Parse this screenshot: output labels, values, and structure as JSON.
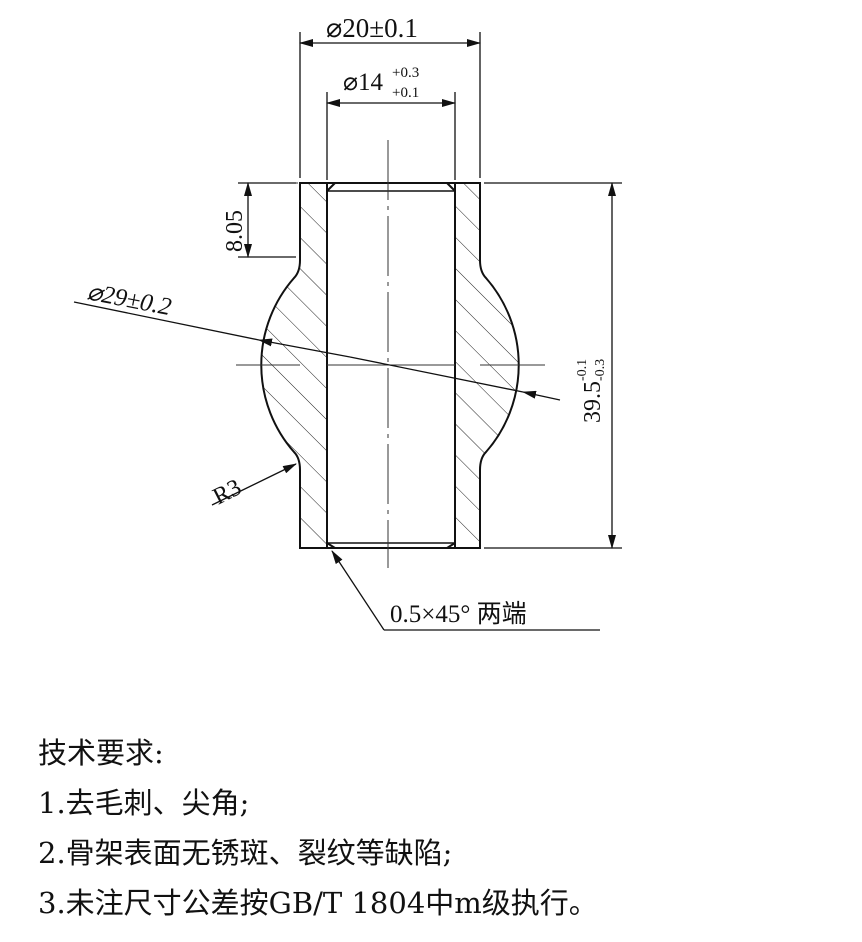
{
  "dimensions": {
    "outer_diameter": "⌀20±0.1",
    "inner_diameter_base": "⌀14",
    "inner_diameter_upper_tol": "+0.3",
    "inner_diameter_lower_tol": "+0.1",
    "end_length": "8.05",
    "sphere_diameter": "⌀29±0.2",
    "total_length_base": "39.5",
    "total_length_upper_tol": "-0.1",
    "total_length_lower_tol": "-0.3",
    "fillet_radius": "R3",
    "chamfer": "0.5×45° 两端"
  },
  "notes": {
    "title": "技术要求:",
    "items": [
      "1.去毛刺、尖角;",
      "2.骨架表面无锈斑、裂纹等缺陷;",
      "3.未注尺寸公差按GB/T 1804中m级执行。"
    ]
  }
}
